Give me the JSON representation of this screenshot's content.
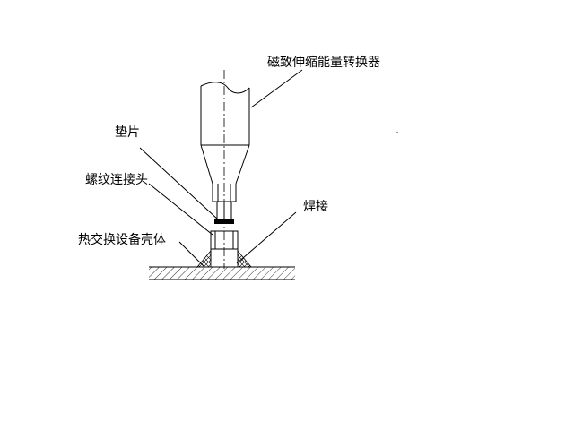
{
  "labels": {
    "transducer": "磁致伸缩能量转换器",
    "gasket": "垫片",
    "threaded_connector": "螺纹连接头",
    "heat_exchanger_shell": "热交换设备壳体",
    "weld": "焊接"
  }
}
